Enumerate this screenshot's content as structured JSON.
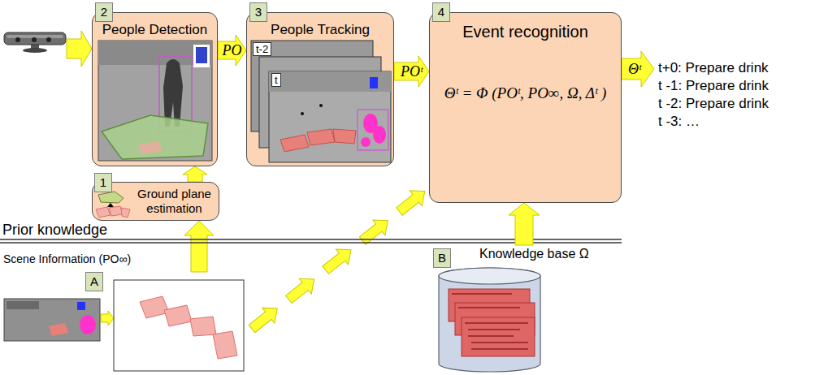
{
  "diagram": {
    "nodes": [
      {
        "text": [
          "People Detection"
        ]
      },
      {
        "text": [
          "Ground plane estimation"
        ]
      },
      {
        "text": [
          "People Tracking"
        ]
      },
      {
        "text": [
          "Event recognition",
          "Θᵗ = Φ (POᵗ, PO∞, Ω, Δᵗ )"
        ]
      },
      {
        "text": [
          "Knowledge base Ω"
        ]
      }
    ],
    "edges": [
      {
        "from": 0,
        "to": 2,
        "arrow": "to",
        "label": "PO"
      },
      {
        "from": 2,
        "to": 3,
        "arrow": "to",
        "label": "POᵗ"
      },
      {
        "from": 1,
        "to": 0,
        "arrow": "to"
      },
      {
        "from": 4,
        "to": 3,
        "arrow": "to"
      }
    ],
    "labels": [
      "2",
      "3",
      "4",
      "1",
      "t-2",
      "t",
      "Θᵗ",
      "t+0: Prepare drink",
      "t -1: Prepare drink",
      "t -2: Prepare drink",
      "t -3: …",
      "Prior knowledge",
      "Scene Information (PO∞)",
      "A",
      "B"
    ]
  }
}
